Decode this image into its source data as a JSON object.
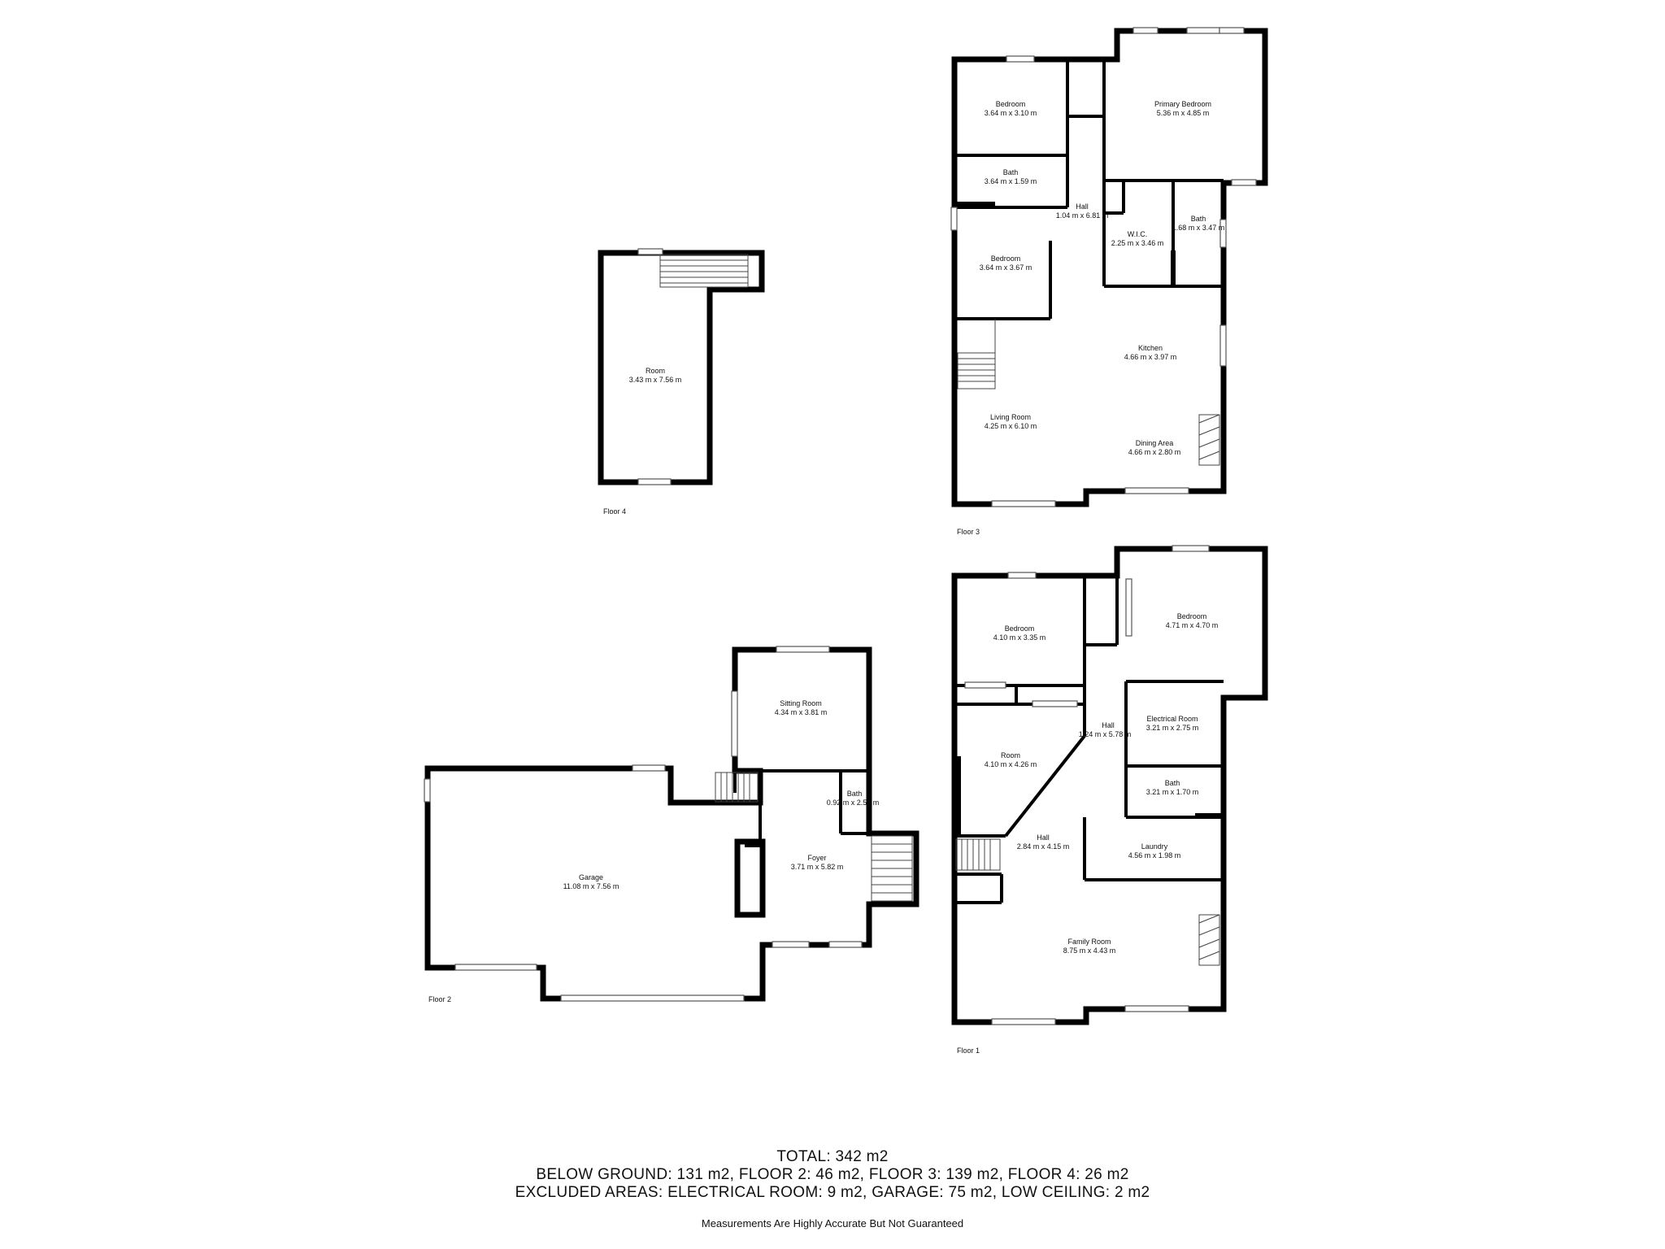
{
  "floors": {
    "floor4": {
      "label": "Floor 4",
      "rooms": [
        {
          "name": "Room",
          "dims": "3.43 m x 7.56 m"
        }
      ]
    },
    "floor3": {
      "label": "Floor 3",
      "rooms": [
        {
          "name": "Bedroom",
          "dims": "3.64 m x 3.10 m"
        },
        {
          "name": "Primary Bedroom",
          "dims": "5.36 m x 4.85 m"
        },
        {
          "name": "Bath",
          "dims": "3.64 m x 1.59 m"
        },
        {
          "name": "Hall",
          "dims": "1.04 m x 6.81 m"
        },
        {
          "name": "W.I.C.",
          "dims": "2.25 m x 3.46 m"
        },
        {
          "name": "Bath",
          "dims": "1.68 m x 3.47 m"
        },
        {
          "name": "Bedroom",
          "dims": "3.64 m x 3.67 m"
        },
        {
          "name": "Kitchen",
          "dims": "4.66 m x 3.97 m"
        },
        {
          "name": "Living Room",
          "dims": "4.25 m x 6.10 m"
        },
        {
          "name": "Dining Area",
          "dims": "4.66 m x 2.80 m"
        }
      ]
    },
    "floor2": {
      "label": "Floor 2",
      "rooms": [
        {
          "name": "Sitting Room",
          "dims": "4.34 m x 3.81 m"
        },
        {
          "name": "Bath",
          "dims": "0.92 m x 2.59 m"
        },
        {
          "name": "Foyer",
          "dims": "3.71 m x 5.82 m"
        },
        {
          "name": "Garage",
          "dims": "11.08 m x 7.56 m"
        }
      ]
    },
    "floor1": {
      "label": "Floor 1",
      "rooms": [
        {
          "name": "Bedroom",
          "dims": "4.10 m x 3.35 m"
        },
        {
          "name": "Bedroom",
          "dims": "4.71 m x 4.70 m"
        },
        {
          "name": "Electrical Room",
          "dims": "3.21 m x 2.75 m"
        },
        {
          "name": "Hall",
          "dims": "1.24 m x 5.78 m"
        },
        {
          "name": "Room",
          "dims": "4.10 m x 4.26 m"
        },
        {
          "name": "Bath",
          "dims": "3.21 m x 1.70 m"
        },
        {
          "name": "Hall",
          "dims": "2.84 m x 4.15 m"
        },
        {
          "name": "Laundry",
          "dims": "4.56 m x 1.98 m"
        },
        {
          "name": "Family Room",
          "dims": "8.75 m x 4.43 m"
        }
      ]
    }
  },
  "summary": {
    "total": "TOTAL: 342 m2",
    "areas": "BELOW GROUND: 131 m2, FLOOR 2: 46 m2, FLOOR 3: 139 m2, FLOOR 4: 26 m2",
    "excluded": "EXCLUDED AREAS: ELECTRICAL ROOM: 9 m2, GARAGE: 75 m2, LOW CEILING: 2 m2"
  },
  "disclaimer": "Measurements Are Highly Accurate But Not Guaranteed"
}
